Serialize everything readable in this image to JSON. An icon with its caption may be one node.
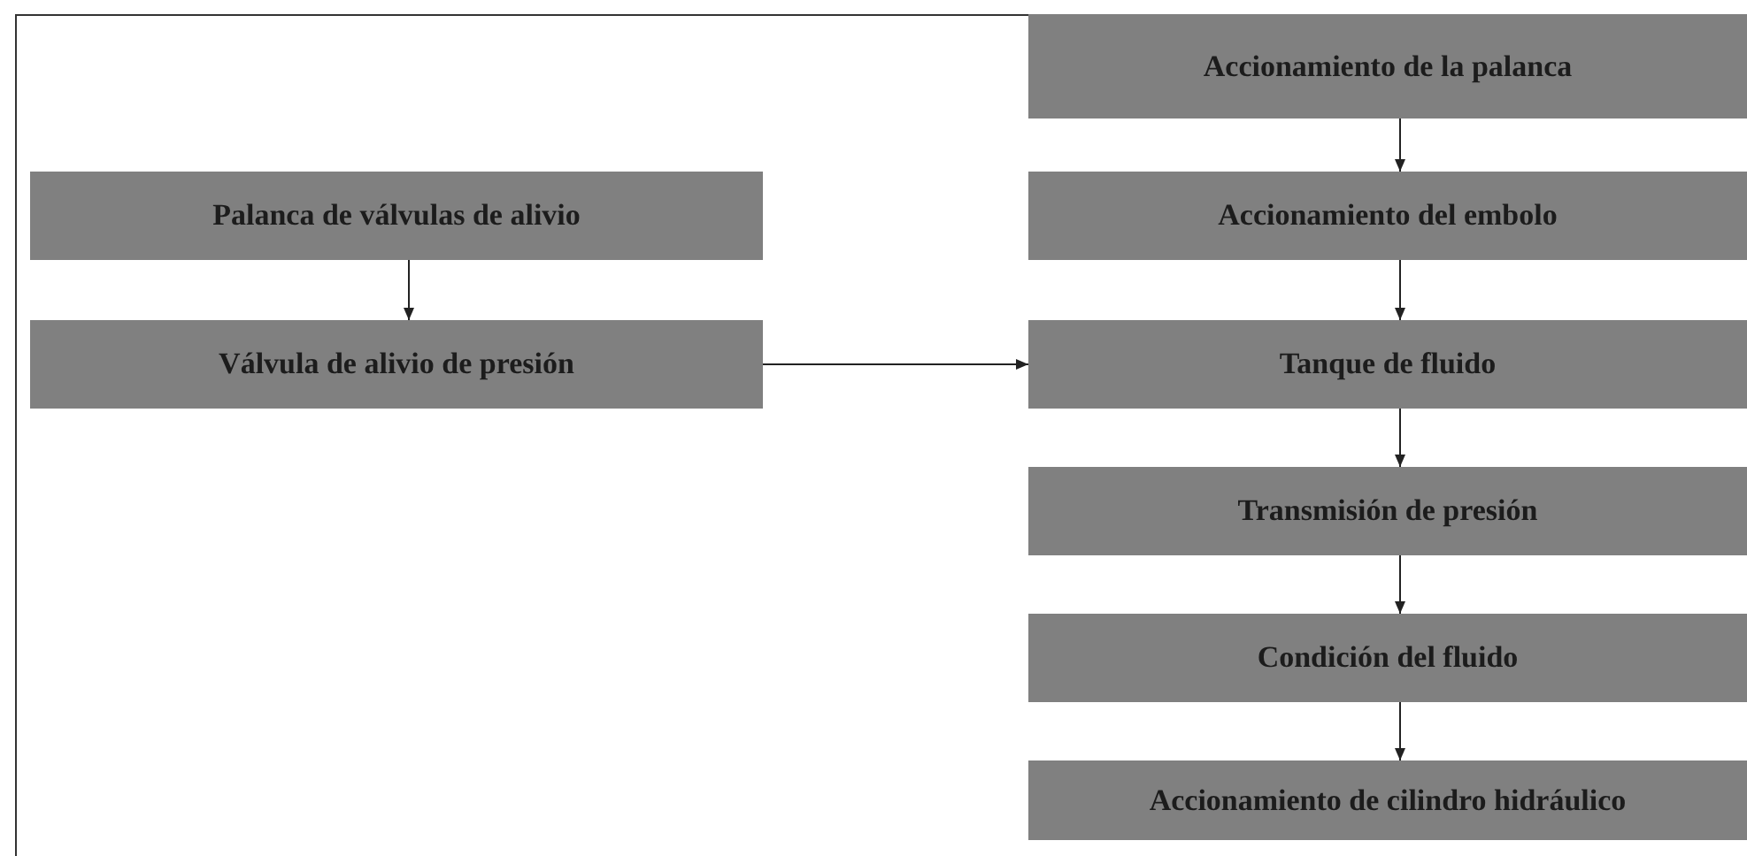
{
  "diagram": {
    "nodes": [
      {
        "text": [
          "Accionamiento de la palanca"
        ]
      },
      {
        "text": [
          "Palanca de válvulas de alivio"
        ]
      },
      {
        "text": [
          "Accionamiento del embolo"
        ]
      },
      {
        "text": [
          "Válvula de alivio de presión"
        ]
      },
      {
        "text": [
          "Tanque de fluido"
        ]
      },
      {
        "text": [
          "Transmisión de presión"
        ]
      },
      {
        "text": [
          "Condición del fluido"
        ]
      },
      {
        "text": [
          "Accionamiento de cilindro hidráulico"
        ]
      }
    ],
    "edges": [
      {
        "from": 0,
        "to": 2,
        "arrow": "to"
      },
      {
        "from": 1,
        "to": 3,
        "arrow": "to"
      },
      {
        "from": 2,
        "to": 4,
        "arrow": "to"
      },
      {
        "from": 3,
        "to": 4,
        "arrow": "to"
      },
      {
        "from": 4,
        "to": 5,
        "arrow": "to"
      },
      {
        "from": 5,
        "to": 6,
        "arrow": "to"
      },
      {
        "from": 6,
        "to": 7,
        "arrow": "to"
      }
    ]
  }
}
